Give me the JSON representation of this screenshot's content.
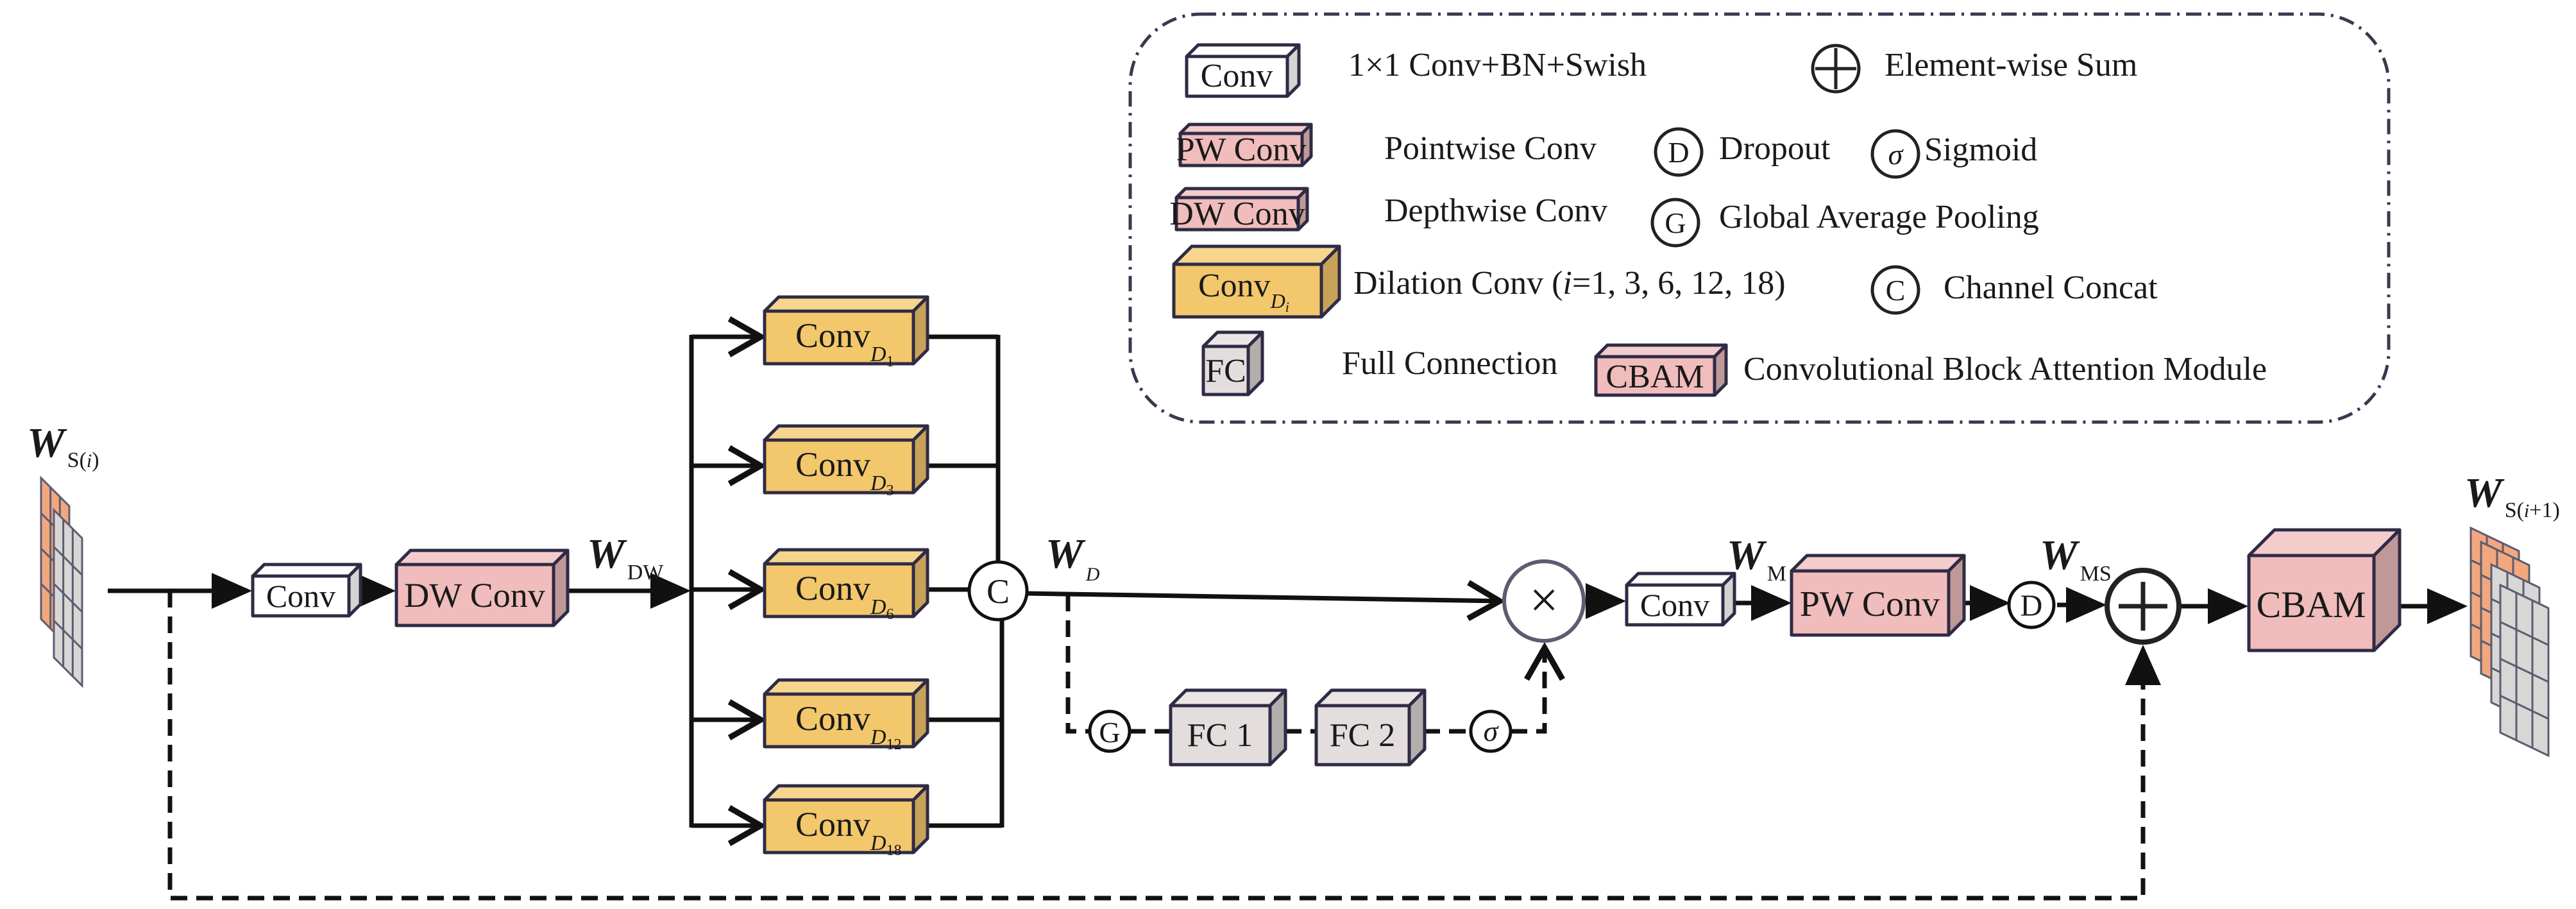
{
  "diagram": {
    "type": "network-architecture",
    "input": {
      "symbol": "W",
      "subscript": "S(i)"
    },
    "output": {
      "symbol": "W",
      "subscript": "S(i+1)"
    },
    "labels": {
      "w_dw": {
        "symbol": "W",
        "subscript": "DW"
      },
      "w_d": {
        "symbol": "W",
        "subscript": "D"
      },
      "w_m": {
        "symbol": "W",
        "subscript": "M"
      },
      "w_ms": {
        "symbol": "W",
        "subscript": "MS"
      }
    },
    "blocks": {
      "conv_in": "Conv",
      "dw_conv": "DW Conv",
      "conv_mid": "Conv",
      "pw_conv": "PW Conv",
      "fc1": "FC 1",
      "fc2": "FC 2",
      "cbam": "CBAM"
    },
    "dilation_branches": [
      {
        "label": "Conv",
        "sub": "D",
        "idx": "1"
      },
      {
        "label": "Conv",
        "sub": "D",
        "idx": "3"
      },
      {
        "label": "Conv",
        "sub": "D",
        "idx": "6"
      },
      {
        "label": "Conv",
        "sub": "D",
        "idx": "12"
      },
      {
        "label": "Conv",
        "sub": "D",
        "idx": "18"
      }
    ],
    "operators": {
      "concat": "C",
      "multiply": "×",
      "gap": "G",
      "sigmoid": "σ",
      "dropout": "D",
      "sum": "+"
    },
    "edges": [
      "W_S(i) -> Conv",
      "Conv -> DW Conv",
      "DW Conv -> W_DW",
      "W_DW -> Conv_D1..D18",
      "Conv_D* -> C",
      "C -> W_D",
      "W_D -> ×",
      "W_D -.-> G -.-> FC 1 -.-> FC 2 -.-> σ -.-> ×",
      "× -> Conv",
      "Conv -> W_M -> PW Conv",
      "PW Conv -> D -> W_MS -> ⊕",
      "W_S(i) -.-> ⊕ (residual)",
      "⊕ -> CBAM -> W_S(i+1)"
    ]
  },
  "legend": {
    "items": [
      {
        "icon": "Conv",
        "text": "1×1 Conv+BN+Swish"
      },
      {
        "icon": "⊕",
        "text": "Element-wise Sum"
      },
      {
        "icon": "PW Conv",
        "text": "Pointwise Conv"
      },
      {
        "icon": "D",
        "text": "Dropout"
      },
      {
        "icon": "σ",
        "text": "Sigmoid"
      },
      {
        "icon": "DW Conv",
        "text": "Depthwise Conv"
      },
      {
        "icon": "G",
        "text": "Global Average Pooling"
      },
      {
        "icon": "Conv_Di",
        "text": "Dilation Conv (i=1, 3, 6, 12, 18)"
      },
      {
        "icon": "C",
        "text": "Channel Concat"
      },
      {
        "icon": "FC",
        "text": "Full Connection"
      },
      {
        "icon": "CBAM",
        "text": "Convolutional Block Attention Module"
      }
    ],
    "dilation_text_pre": "Dilation Conv (",
    "dilation_text_var": "i",
    "dilation_text_post": "=1, 3, 6, 12, 18)",
    "di_sub": "D",
    "di_idx": "i"
  },
  "colors": {
    "conv_white": "#ffffff",
    "pink_face": "#f0bcbc",
    "pink_top": "#f5cccc",
    "pink_side": "#bf9898",
    "yellow_face": "#f3c76b",
    "yellow_top": "#f6d68f",
    "yellow_side": "#c9a25a",
    "gray_face": "#e3dedd",
    "gray_top": "#ebe6e5",
    "gray_side": "#b3adac",
    "orange_map": "#f3a77e",
    "gray_map": "#d9d6d6",
    "edge": "#2e2b45"
  }
}
